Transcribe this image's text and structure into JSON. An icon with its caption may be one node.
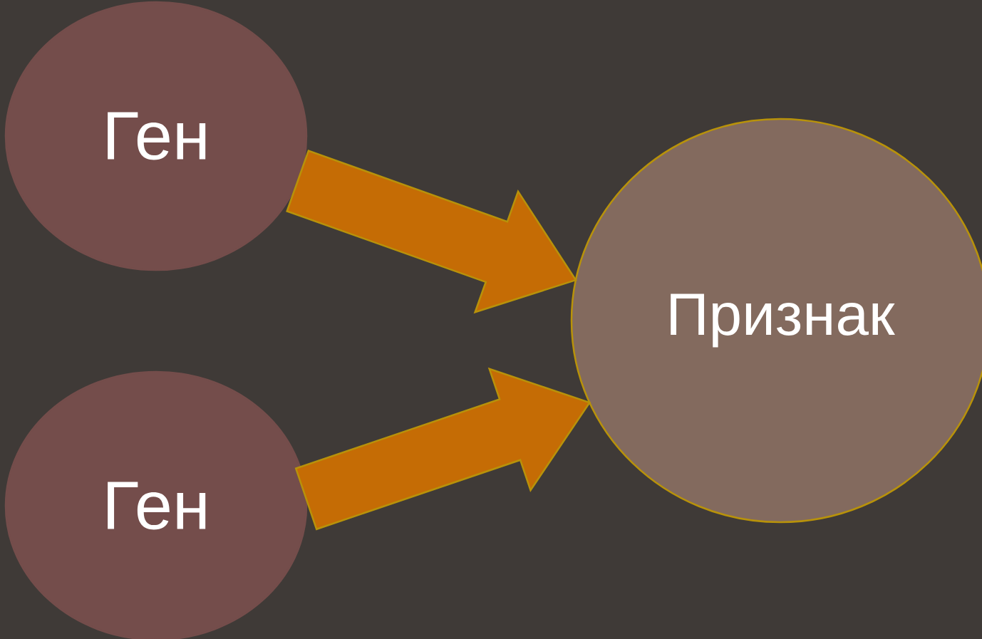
{
  "diagram": {
    "nodes": [
      {
        "text": [
          "Ген"
        ]
      },
      {
        "text": [
          "Ген"
        ]
      },
      {
        "text": [
          "Признак"
        ]
      }
    ],
    "edges": [
      {
        "from": 0,
        "to": 2,
        "arrow": "to"
      },
      {
        "from": 1,
        "to": 2,
        "arrow": "to"
      }
    ]
  }
}
